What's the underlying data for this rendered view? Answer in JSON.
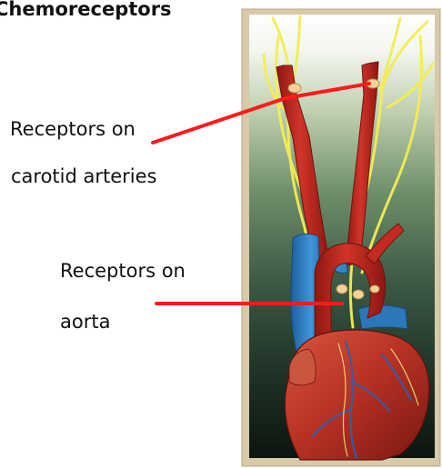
{
  "title": "Chemoreceptors",
  "labels": {
    "carotid_line1": "Receptors on",
    "carotid_line2": "carotid arteries",
    "aorta_line1": "Receptors on",
    "aorta_line2": "aorta"
  },
  "colors": {
    "pointer_line": "#ff1a1a",
    "artery": "#c41f17",
    "vein": "#2f7fc4",
    "nerve": "#f2ee55",
    "frame": "#d8c9a8"
  }
}
